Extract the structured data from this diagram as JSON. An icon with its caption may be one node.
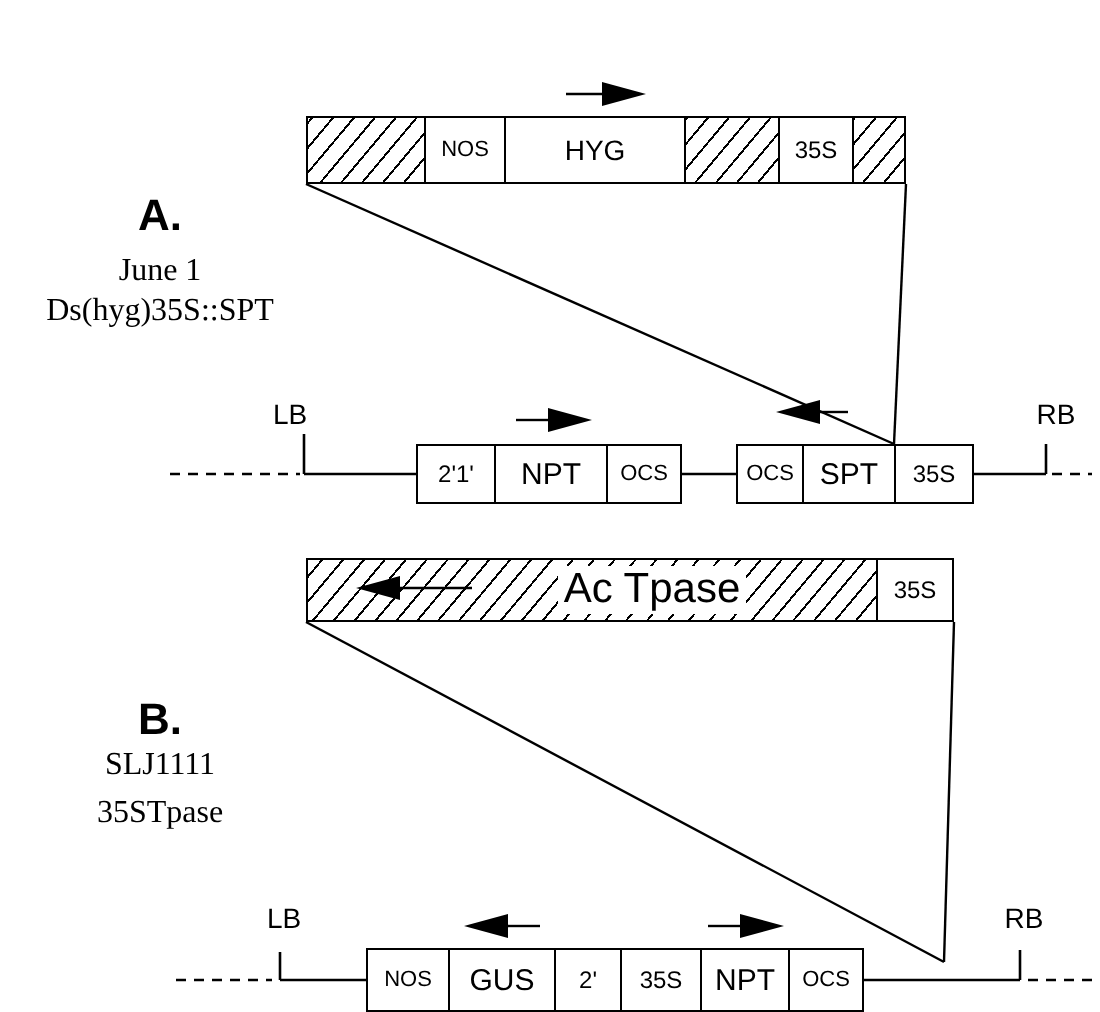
{
  "diagram": {
    "nodes": [
      {
        "text": [],
        "shape": "box"
      },
      {
        "text": [
          "NOS"
        ]
      },
      {
        "text": [
          "HYG"
        ]
      },
      {
        "text": [],
        "shape": "box"
      },
      {
        "text": [
          "35S"
        ]
      },
      {
        "text": [],
        "shape": "box"
      },
      {
        "text": [
          "2'1'"
        ]
      },
      {
        "text": [
          "NPT"
        ]
      },
      {
        "text": [
          "OCS"
        ]
      },
      {
        "text": [
          "OCS"
        ]
      },
      {
        "text": [
          "SPT"
        ]
      },
      {
        "text": [
          "35S"
        ]
      },
      {
        "text": [
          "Ac Tpase"
        ]
      },
      {
        "text": [
          "35S"
        ]
      },
      {
        "text": [
          "NOS"
        ]
      },
      {
        "text": [
          "GUS"
        ]
      },
      {
        "text": [
          "2'"
        ]
      },
      {
        "text": [
          "35S"
        ]
      },
      {
        "text": [
          "NPT"
        ]
      },
      {
        "text": [
          "OCS"
        ]
      }
    ],
    "edges": [
      {
        "from": 8,
        "to": 9,
        "arrow": "none"
      },
      {
        "from": 0,
        "to": 11,
        "arrow": "none"
      },
      {
        "from": 5,
        "to": 11,
        "arrow": "none"
      },
      {
        "from": 12,
        "to": null,
        "arrow": "none"
      },
      {
        "from": 13,
        "to": null,
        "arrow": "none"
      }
    ],
    "labels": [
      "A.",
      "June 1",
      "Ds(hyg)35S::SPT",
      "LB",
      "RB",
      "B.",
      "SLJ1111",
      "35STpase",
      "LB",
      "RB"
    ]
  }
}
